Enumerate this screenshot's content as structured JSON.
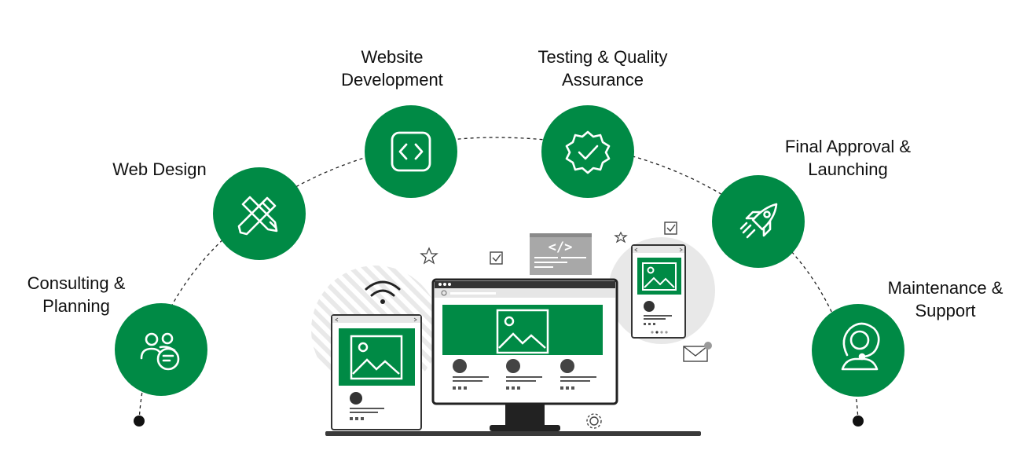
{
  "colors": {
    "primary_green": "#008A45",
    "dark": "#1a1a1a",
    "gray": "#9a9a9a",
    "light_gray": "#e6e6e6"
  },
  "steps": [
    {
      "id": "consulting",
      "lines": [
        "Consulting &",
        "Planning"
      ],
      "icon": "people-chat-icon"
    },
    {
      "id": "design",
      "lines": [
        "Web Design"
      ],
      "icon": "pencil-brush-icon"
    },
    {
      "id": "development",
      "lines": [
        "Website",
        "Development"
      ],
      "icon": "code-icon"
    },
    {
      "id": "testing",
      "lines": [
        "Testing & Quality",
        "Assurance"
      ],
      "icon": "verified-badge-icon"
    },
    {
      "id": "launch",
      "lines": [
        "Final Approval &",
        "Launching"
      ],
      "icon": "rocket-icon"
    },
    {
      "id": "support",
      "lines": [
        "Maintenance &",
        "Support"
      ],
      "icon": "headset-icon"
    }
  ],
  "illustration": {
    "code_tag": "</>"
  }
}
